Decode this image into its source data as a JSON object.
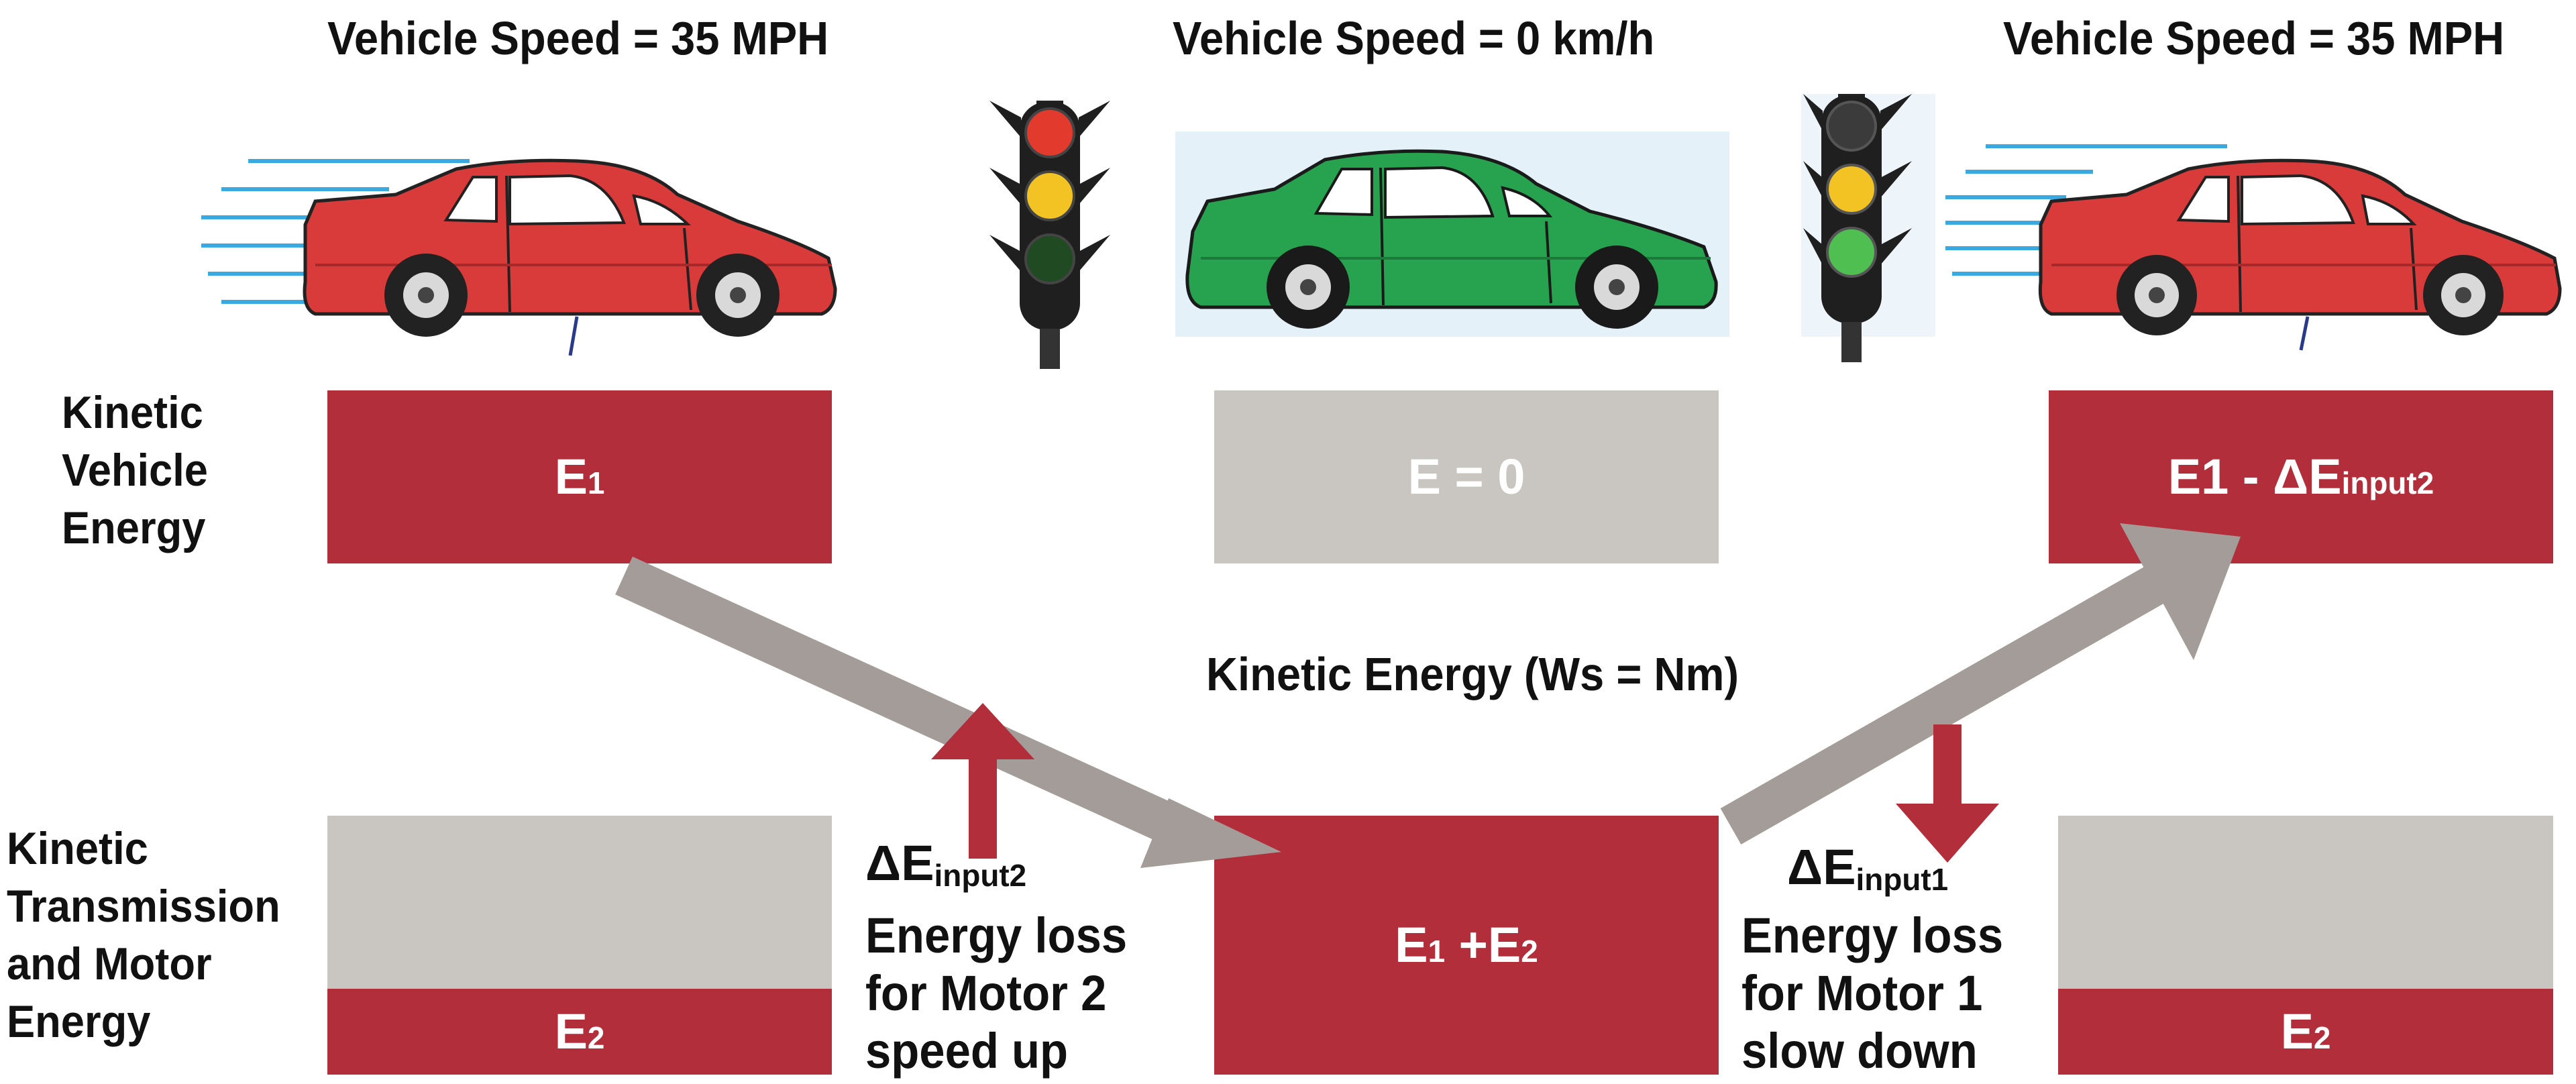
{
  "colors": {
    "red": "#b22e3a",
    "gray": "#c9c5c1",
    "arrow_gray": "#a49c98",
    "car_red": "#d93a3a",
    "car_green": "#27a24f",
    "speed_lines": "#3aa9e0"
  },
  "icons": [
    "car-moving-icon",
    "car-stopped-icon",
    "traffic-light-red-icon",
    "traffic-light-green-icon"
  ],
  "speeds": {
    "left": "Vehicle Speed = 35 MPH",
    "middle": "Vehicle Speed = 0 km/h",
    "right": "Vehicle Speed = 35 MPH"
  },
  "row_labels": {
    "vehicle": [
      "Kinetic",
      "Vehicle",
      "Energy"
    ],
    "transmission": [
      "Kinetic",
      "Transmission",
      "and Motor",
      "Energy"
    ]
  },
  "center_title": "Kinetic Energy (Ws = Nm)",
  "boxes": {
    "top_left": {
      "main": "E",
      "sub": "1"
    },
    "top_middle": {
      "main": "E = 0"
    },
    "top_right": {
      "main": "E1 - ΔE",
      "sub": "input2"
    },
    "bottom_left": {
      "main": "E",
      "sub": "2"
    },
    "bottom_middle": {
      "a_main": "E",
      "a_sub": "1",
      "b_main": " +E",
      "b_sub": "2"
    },
    "bottom_right": {
      "main": "E",
      "sub": "2"
    }
  },
  "losses": {
    "motor2": {
      "delta": "ΔE",
      "sub": "input2",
      "lines": [
        "Energy loss",
        "for Motor 2",
        "speed up"
      ]
    },
    "motor1": {
      "delta": "ΔE",
      "sub": "input1",
      "lines": [
        "Energy loss",
        "for Motor 1",
        "slow down"
      ]
    }
  }
}
